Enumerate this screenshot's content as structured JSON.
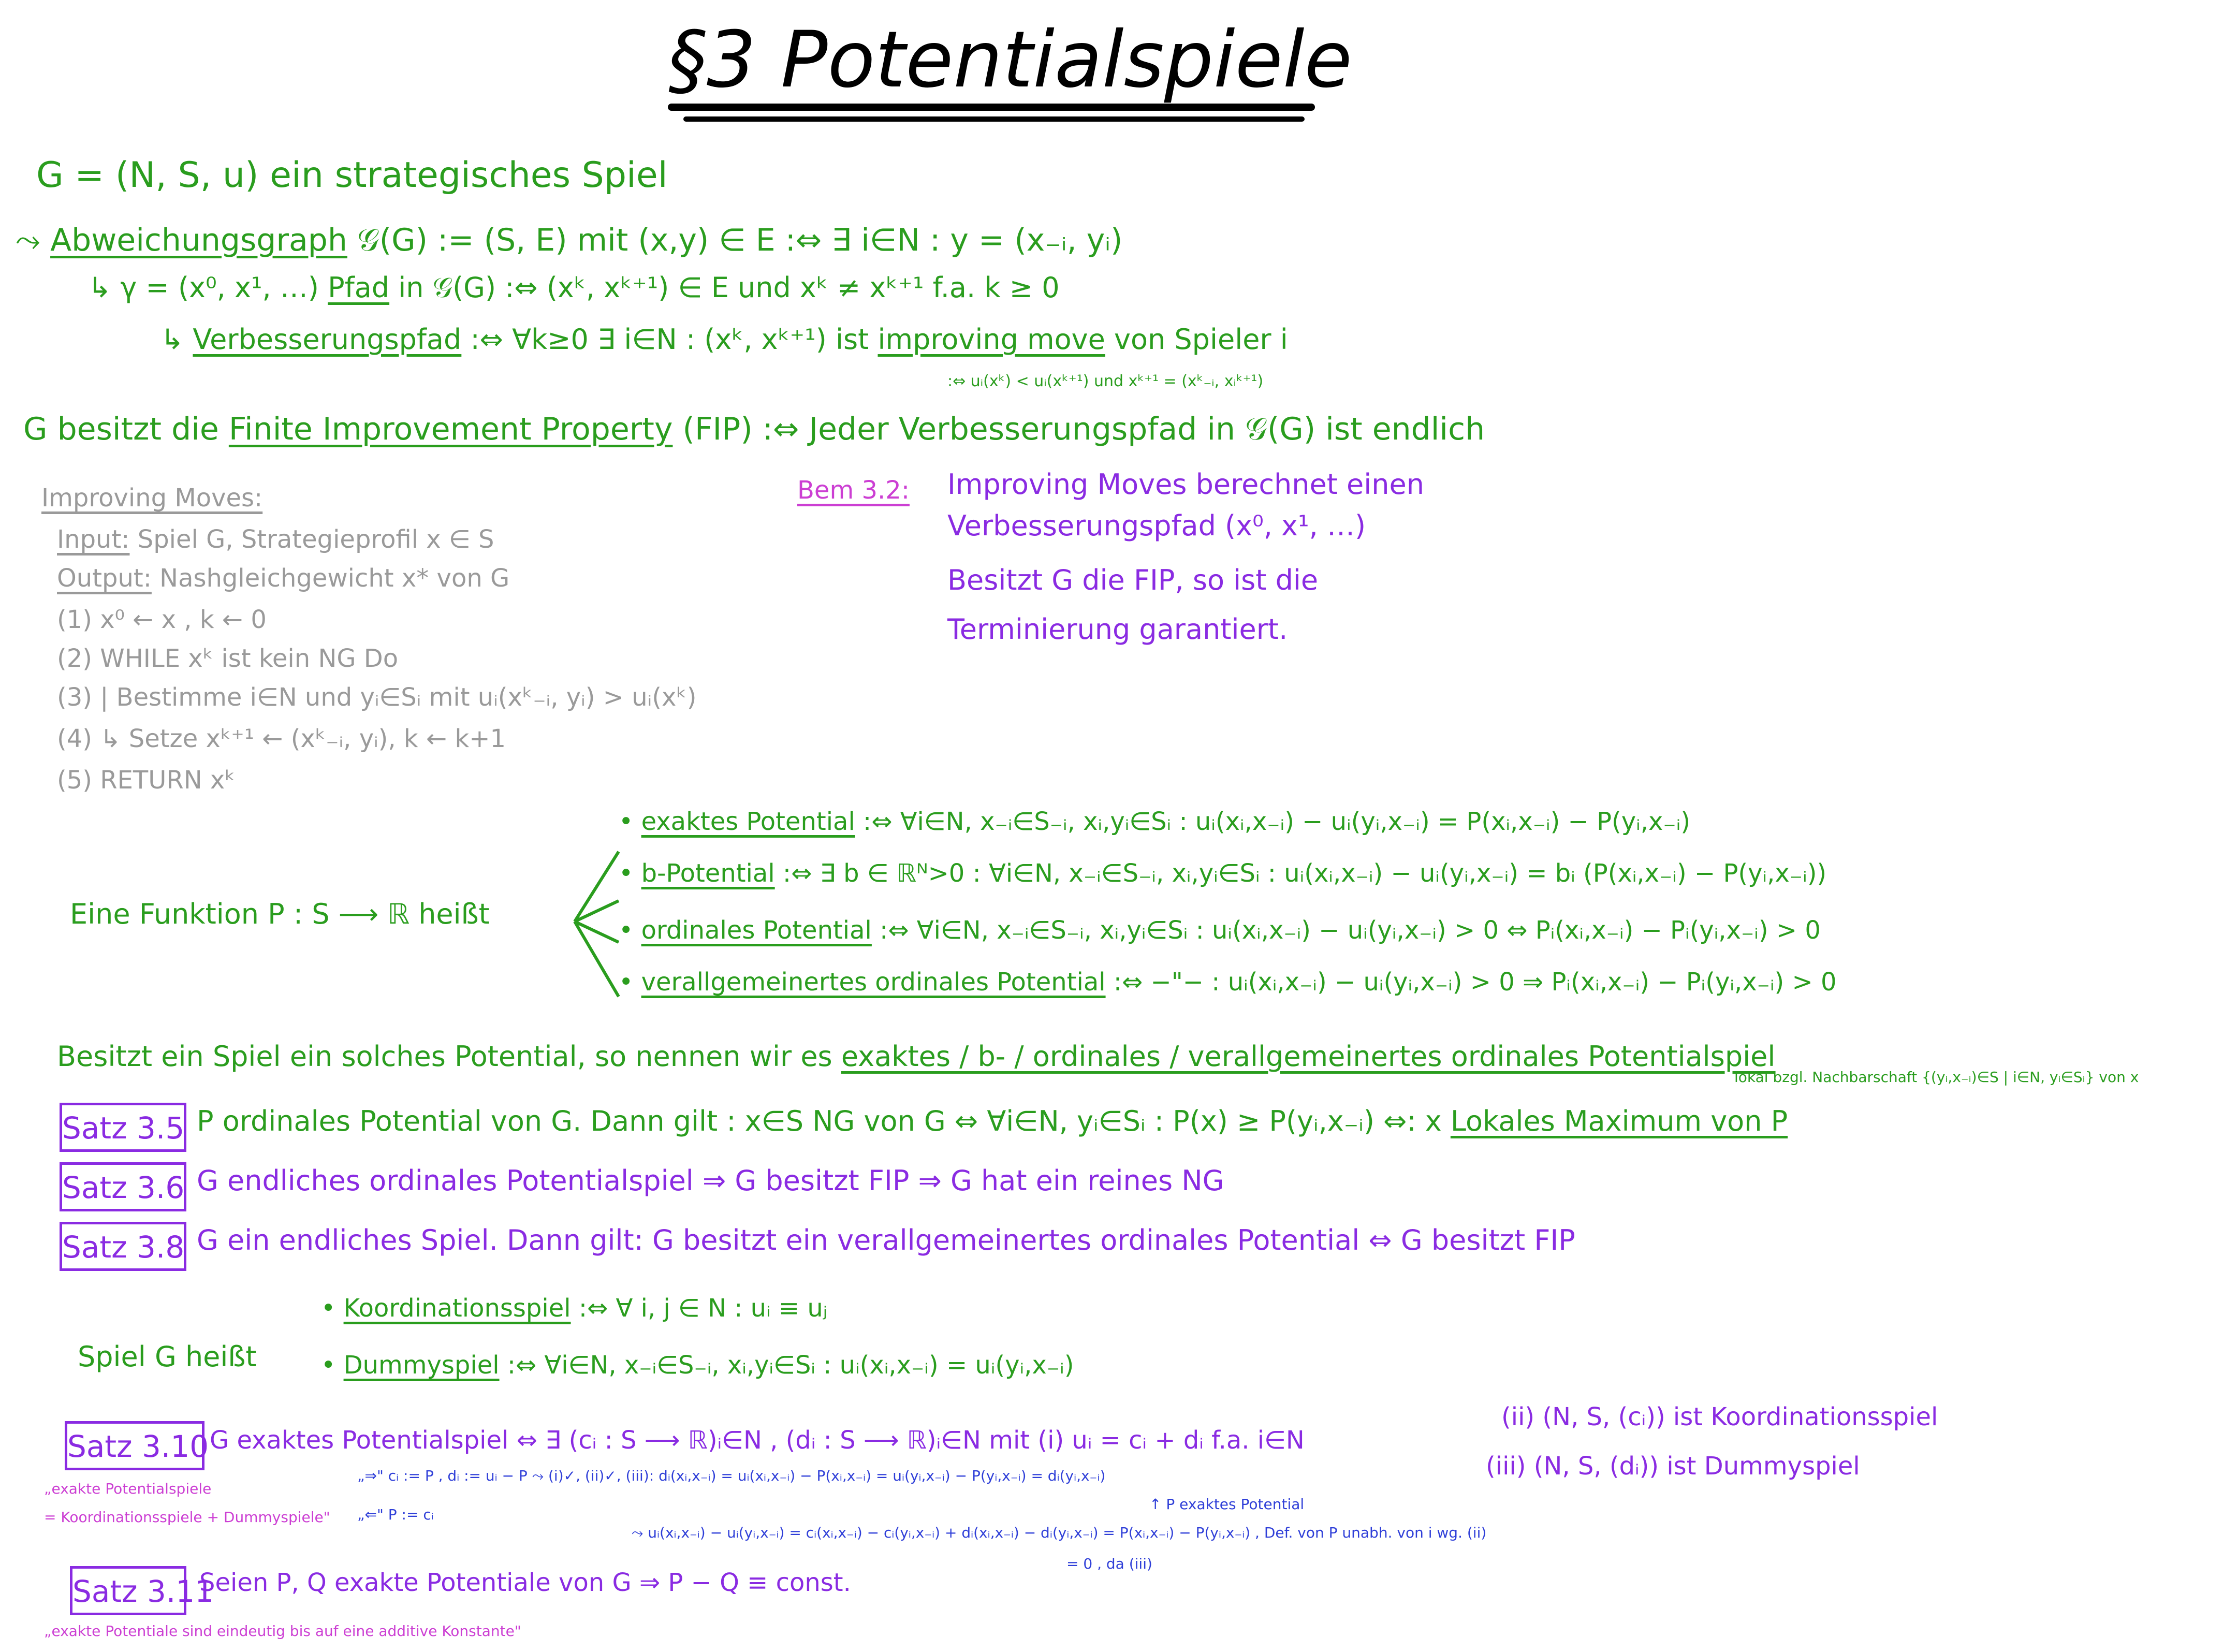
{
  "title": "§3 Potentialspiele",
  "lines": {
    "l1": "G = (N, S, u)  ein strategisches Spiel",
    "l2a": "⤳",
    "l2b": "Abweichungsgraph",
    "l2c": " 𝒢(G) := (S, E)  mit  (x,y) ∈ E :⇔ ∃ i∈N : y = (x₋ᵢ, yᵢ)",
    "l3a": "↳ γ = (x⁰, x¹, …) ",
    "l3b": "Pfad",
    "l3c": " in 𝒢(G) :⇔ (xᵏ, xᵏ⁺¹) ∈ E  und  xᵏ ≠ xᵏ⁺¹   f.a. k ≥ 0",
    "l4a": "↳ ",
    "l4b": "Verbesserungspfad",
    "l4c": " :⇔ ∀k≥0 ∃ i∈N : (xᵏ, xᵏ⁺¹) ist ",
    "l4d": "improving move",
    "l4e": " von Spieler i",
    "l5": ":⇔ uᵢ(xᵏ) < uᵢ(xᵏ⁺¹)  und  xᵏ⁺¹ = (xᵏ₋ᵢ, xᵢᵏ⁺¹)",
    "l6a": "G besitzt die ",
    "l6b": "Finite Improvement Property",
    "l6c": " (FIP) :⇔ Jeder Verbesserungspfad in 𝒢(G) ist endlich"
  },
  "algo": {
    "head": "Improving Moves:",
    "input_label": "Input:",
    "input": " Spiel G,  Strategieprofil x ∈ S",
    "output_label": "Output:",
    "output": " Nashgleichgewicht x* von G",
    "s1": "(1) x⁰ ← x ,  k ← 0",
    "s2": "(2) WHILE  xᵏ  ist kein NG  Do",
    "s3": "(3)  |  Bestimme  i∈N  und  yᵢ∈Sᵢ  mit  uᵢ(xᵏ₋ᵢ, yᵢ) > uᵢ(xᵏ)",
    "s4": "(4)  ↳  Setze  xᵏ⁺¹ ← (xᵏ₋ᵢ, yᵢ),  k ← k+1",
    "s5": "(5) RETURN  xᵏ"
  },
  "bem": {
    "label": "Bem 3.2:",
    "t1": "Improving Moves berechnet einen",
    "t2": "Verbesserungspfad (x⁰, x¹, …)",
    "t3": "Besitzt G die FIP, so ist die",
    "t4": "Terminierung garantiert."
  },
  "pot": {
    "lead": "Eine Funktion P : S ⟶ ℝ  heißt",
    "e_label": "exaktes Potential",
    "e_def": " :⇔ ∀i∈N, x₋ᵢ∈S₋ᵢ, xᵢ,yᵢ∈Sᵢ : uᵢ(xᵢ,x₋ᵢ) − uᵢ(yᵢ,x₋ᵢ) = P(xᵢ,x₋ᵢ) − P(yᵢ,x₋ᵢ)",
    "b_label": "b-Potential",
    "b_def": " :⇔ ∃ b ∈ ℝᴺ>0 : ∀i∈N, x₋ᵢ∈S₋ᵢ, xᵢ,yᵢ∈Sᵢ : uᵢ(xᵢ,x₋ᵢ) − uᵢ(yᵢ,x₋ᵢ) = bᵢ (P(xᵢ,x₋ᵢ) − P(yᵢ,x₋ᵢ))",
    "o_label": "ordinales Potential",
    "o_def": " :⇔ ∀i∈N, x₋ᵢ∈S₋ᵢ, xᵢ,yᵢ∈Sᵢ : uᵢ(xᵢ,x₋ᵢ) − uᵢ(yᵢ,x₋ᵢ) > 0 ⇔ Pᵢ(xᵢ,x₋ᵢ) − Pᵢ(yᵢ,x₋ᵢ) > 0",
    "v_label": "verallgemeinertes ordinales Potential",
    "v_def": " :⇔  −\"−   :  uᵢ(xᵢ,x₋ᵢ) − uᵢ(yᵢ,x₋ᵢ) > 0 ⇒ Pᵢ(xᵢ,x₋ᵢ) − Pᵢ(yᵢ,x₋ᵢ) > 0",
    "summary_a": "Besitzt ein Spiel ein solches Potential, so nennen wir es ",
    "summary_b": "exaktes / b- / ordinales / verallgemeinertes ordinales Potentialspiel",
    "note": "lokal bzgl. Nachbarschaft {(yᵢ,x₋ᵢ)∈S | i∈N, yᵢ∈Sᵢ} von x"
  },
  "satz": {
    "s35_label": "Satz 3.5",
    "s35": "P ordinales Potential von G. Dann gilt : x∈S  NG von G ⇔ ∀i∈N, yᵢ∈Sᵢ : P(x) ≥ P(yᵢ,x₋ᵢ)  ⇔:  x ",
    "s35_u": "Lokales Maximum von P",
    "s36_label": "Satz 3.6",
    "s36": "G endliches ordinales Potentialspiel  ⇒ G besitzt FIP ⇒ G hat  ein reines NG",
    "s38_label": "Satz 3.8",
    "s38": "G ein endliches Spiel. Dann gilt:  G besitzt ein verallgemeinertes ordinales Potential ⇔ G besitzt FIP"
  },
  "spiel": {
    "lead": "Spiel G  heißt",
    "k_label": "Koordinationsspiel",
    "k_def": " :⇔ ∀ i, j ∈ N :  uᵢ ≡ uⱼ",
    "d_label": "Dummyspiel",
    "d_def": " :⇔ ∀i∈N, x₋ᵢ∈S₋ᵢ, xᵢ,yᵢ∈Sᵢ : uᵢ(xᵢ,x₋ᵢ) = uᵢ(yᵢ,x₋ᵢ)"
  },
  "s310": {
    "label": "Satz 3.10",
    "main": "G exaktes Potentialspiel ⇔ ∃ (cᵢ : S ⟶ ℝ)ᵢ∈N , (dᵢ : S ⟶ ℝ)ᵢ∈N  mit  (i) uᵢ = cᵢ + dᵢ   f.a. i∈N",
    "ii": "(ii)  (N, S, (cᵢ))  ist  Koordinationsspiel",
    "iii": "(iii)  (N, S, (dᵢ))  ist  Dummyspiel",
    "side1": "„exakte Potentialspiele",
    "side2": "= Koordinationsspiele + Dummyspiele\"",
    "b1": "„⇒\"  cᵢ := P ,  dᵢ := uᵢ − P    ⤳ (i)✓, (ii)✓, (iii): dᵢ(xᵢ,x₋ᵢ) = uᵢ(xᵢ,x₋ᵢ) − P(xᵢ,x₋ᵢ) = uᵢ(yᵢ,x₋ᵢ) − P(yᵢ,x₋ᵢ) = dᵢ(yᵢ,x₋ᵢ)",
    "b1n": "↑ P exaktes Potential",
    "b2": "„⇐\"  P := cᵢ",
    "b3": "⤳ uᵢ(xᵢ,x₋ᵢ) − uᵢ(yᵢ,x₋ᵢ) = cᵢ(xᵢ,x₋ᵢ) − cᵢ(yᵢ,x₋ᵢ) + dᵢ(xᵢ,x₋ᵢ) − dᵢ(yᵢ,x₋ᵢ) = P(xᵢ,x₋ᵢ) − P(yᵢ,x₋ᵢ) , Def. von P unabh. von i  wg. (ii)",
    "b3n": "= 0 , da (iii)"
  },
  "s311": {
    "label": "Satz 3.11",
    "main": "Seien P, Q exakte Potentiale von G ⇒ P − Q ≡ const.",
    "note": "„exakte Potentiale sind eindeutig bis auf eine additive Konstante\""
  }
}
